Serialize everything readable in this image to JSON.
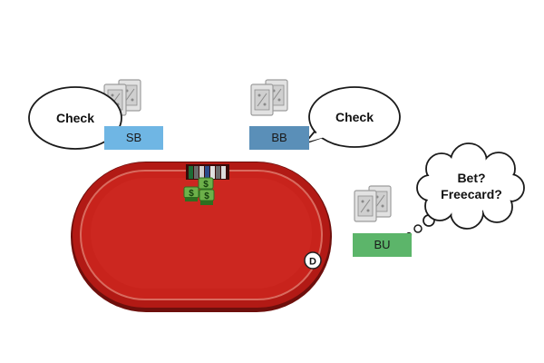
{
  "seats": [
    {
      "id": "sb",
      "label": "SB",
      "color": "#6fb6e4",
      "action": "Check"
    },
    {
      "id": "bb",
      "label": "BB",
      "color": "#5a8fb8",
      "action": "Check"
    },
    {
      "id": "bu",
      "label": "BU",
      "color": "#5cb56a",
      "thought_line1": "Bet?",
      "thought_line2": "Freecard?"
    }
  ],
  "dealer_button": "D",
  "pot_chip_symbol": "$",
  "colors": {
    "table_felt": "#c8221b",
    "table_rail": "#8f1512",
    "card_back": "#dcdcdc",
    "card_border": "#aaaaaa"
  }
}
